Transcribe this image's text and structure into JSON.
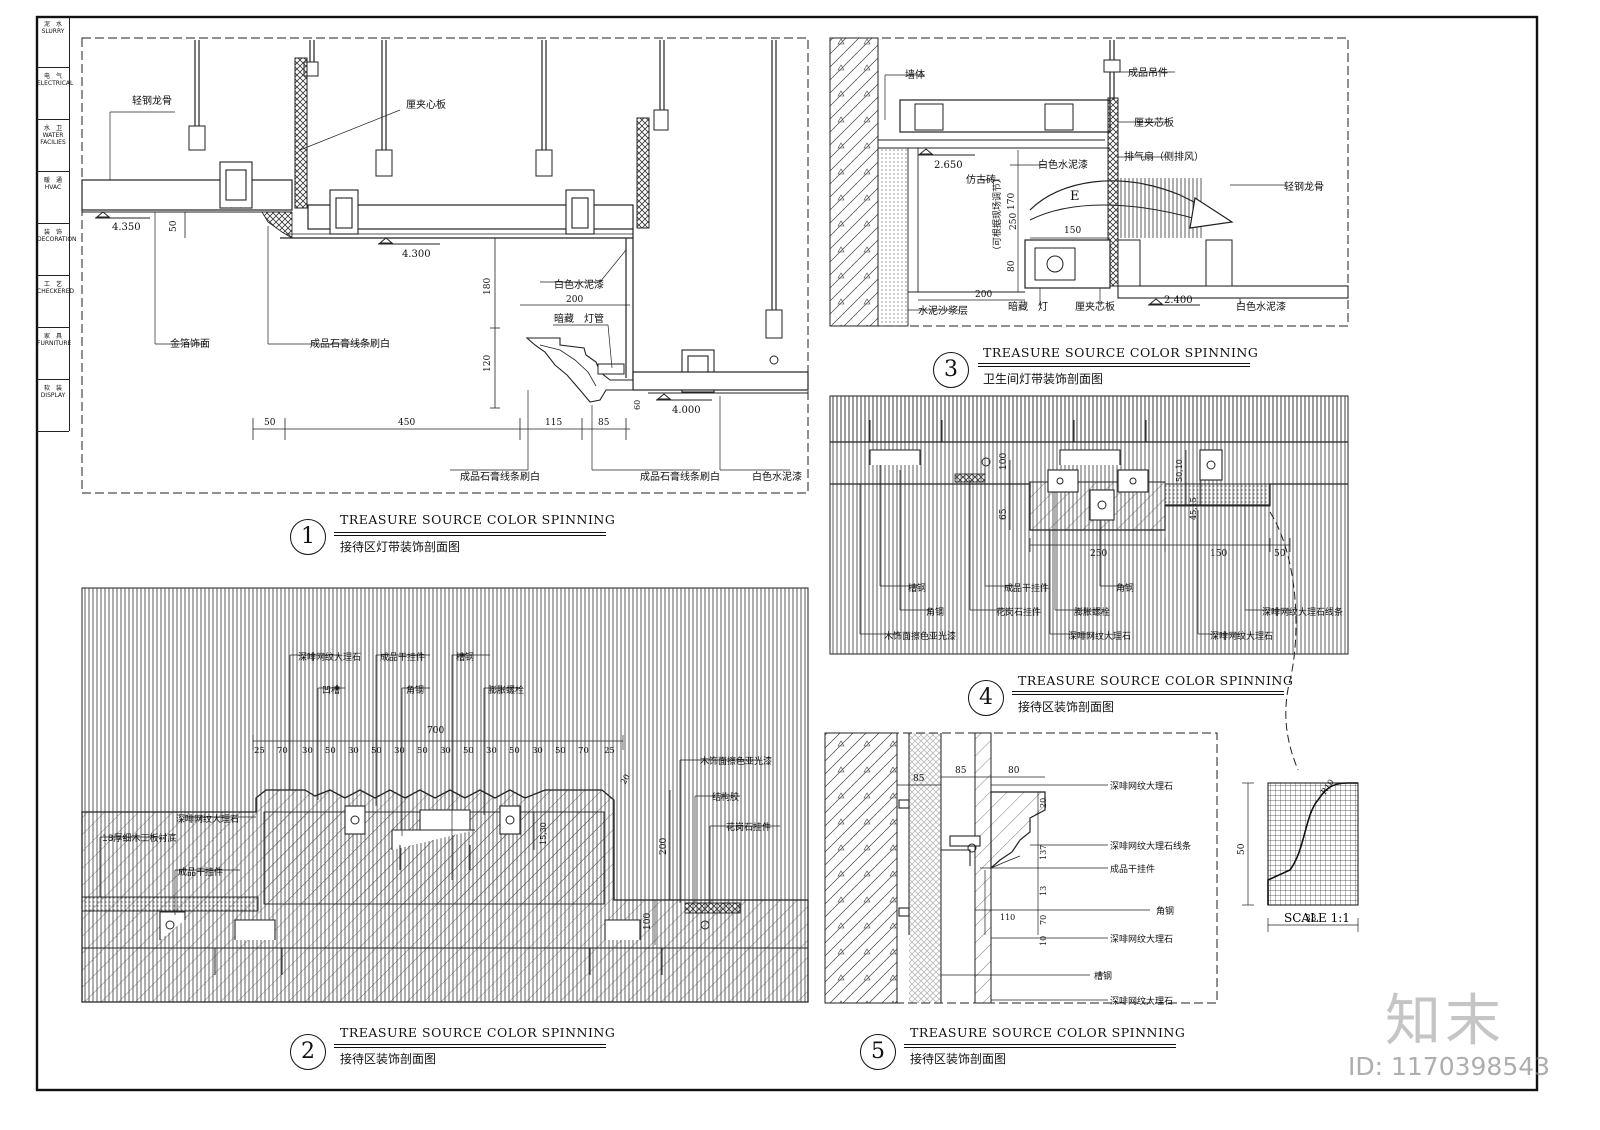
{
  "title_block": {
    "cells": [
      {
        "cn": "泥　水",
        "en": "SLURRY"
      },
      {
        "cn": "电　气",
        "en": "ELECTRICAL"
      },
      {
        "cn": "水　卫",
        "en": "WATER FACILIES"
      },
      {
        "cn": "暖　通",
        "en": "HVAC"
      },
      {
        "cn": "装　饰",
        "en": "DECORATION"
      },
      {
        "cn": "工　艺",
        "en": "CHECKERED"
      },
      {
        "cn": "家　具",
        "en": "FURNITURE"
      },
      {
        "cn": "软　装",
        "en": "DISPLAY"
      }
    ]
  },
  "sections": [
    {
      "number": "1",
      "title_en": "TREASURE SOURCE COLOR SPINNING",
      "title_cn": "接待区灯带装饰剖面图"
    },
    {
      "number": "2",
      "title_en": "TREASURE SOURCE COLOR SPINNING",
      "title_cn": "接待区装饰剖面图"
    },
    {
      "number": "3",
      "title_en": "TREASURE SOURCE COLOR SPINNING",
      "title_cn": "卫生间灯带装饰剖面图"
    },
    {
      "number": "4",
      "title_en": "TREASURE SOURCE COLOR SPINNING",
      "title_cn": "接待区装饰剖面图"
    },
    {
      "number": "5",
      "title_en": "TREASURE SOURCE COLOR SPINNING",
      "title_cn": "接待区装饰剖面图"
    }
  ],
  "detail1": {
    "labels": {
      "keel": "轻钢龙骨",
      "plywood": "厘夹心板",
      "white_paint": "白色水泥漆",
      "led": "暗藏　灯管",
      "gold_foil": "金箔饰面",
      "gypsum_line": "成品石膏线条刷白",
      "gypsum_line2": "成品石膏线条刷白",
      "gypsum_line3": "成品石膏线条刷白",
      "white_paint2": "白色水泥漆"
    },
    "levels": {
      "l1": "4.350",
      "l2": "4.300",
      "l3": "4.000"
    },
    "dims": {
      "d50a": "50",
      "d180": "180",
      "d200": "200",
      "d120": "120",
      "d60": "60",
      "h50": "50",
      "h450": "450",
      "h115": "115",
      "h85": "85"
    }
  },
  "detail2": {
    "labels": {
      "a": "深啡网纹大理石",
      "b": "成品干挂件",
      "c": "槽钢",
      "d": "凹槽",
      "e": "角钢",
      "f": "膨胀螺栓",
      "g": "深啡网纹大理石",
      "h": "18厚细木工板衬底",
      "i": "成品干挂件",
      "j": "木饰面擦色亚光漆",
      "k": "结构胶",
      "l": "花岗石挂件"
    },
    "dims": {
      "total": "700",
      "row": [
        "25",
        "70",
        "30",
        "50",
        "30",
        "50",
        "30",
        "50",
        "30",
        "50",
        "30",
        "50",
        "30",
        "50",
        "70",
        "25"
      ],
      "v200": "200",
      "v100": "100",
      "v15": "15,30",
      "v20": "20"
    }
  },
  "detail3": {
    "labels": {
      "wall": "墙体",
      "hanger": "成品吊件",
      "plywood": "厘夹芯板",
      "exhaust": "排气扇（侧排风）",
      "keel": "轻钢龙骨",
      "white_paint": "白色水泥漆",
      "tile": "仿古砖",
      "adjust": "（可根据现场调节）",
      "mortar": "水泥沙浆层",
      "led": "暗藏　灯",
      "plywood2": "厘夹芯板",
      "white_paint2": "白色水泥漆",
      "flow": "E"
    },
    "levels": {
      "l1": "2.650",
      "l2": "2.400"
    },
    "dims": {
      "d170": "170",
      "d250": "250",
      "d80": "80",
      "d150": "150",
      "d200": "200"
    }
  },
  "detail4": {
    "labels": {
      "a": "槽钢",
      "b": "成品干挂件",
      "c": "角钢",
      "d": "角钢",
      "e": "花岗石挂件",
      "f": "膨胀螺栓",
      "g": "深啡网纹大理石线条",
      "h": "木饰面擦色亚光漆",
      "i": "深啡网纹大理石",
      "j": "深啡网纹大理石"
    },
    "dims": {
      "h250": "250",
      "h150": "150",
      "h50": "50",
      "v100": "100",
      "v65": "65",
      "v50": "50,10",
      "v45": "45,15"
    }
  },
  "detail5": {
    "labels": {
      "a": "深啡网纹大理石",
      "b": "深啡网纹大理石线条",
      "c": "成品干挂件",
      "d": "角钢",
      "e": "深啡网纹大理石",
      "f": "槽钢",
      "g": "深啡网纹大理石"
    },
    "dims": {
      "h85a": "85",
      "h85b": "85",
      "h80": "80",
      "v20": "20",
      "v137": "137",
      "v13": "13",
      "v70": "70",
      "v10": "10",
      "v110": "110"
    }
  },
  "zoom_detail": {
    "dims": {
      "v50": "50",
      "h33": "33",
      "r10": "R10"
    },
    "scale": "SCALE 1:1"
  },
  "watermark": {
    "logo": "知末",
    "id": "ID: 1170398543"
  }
}
